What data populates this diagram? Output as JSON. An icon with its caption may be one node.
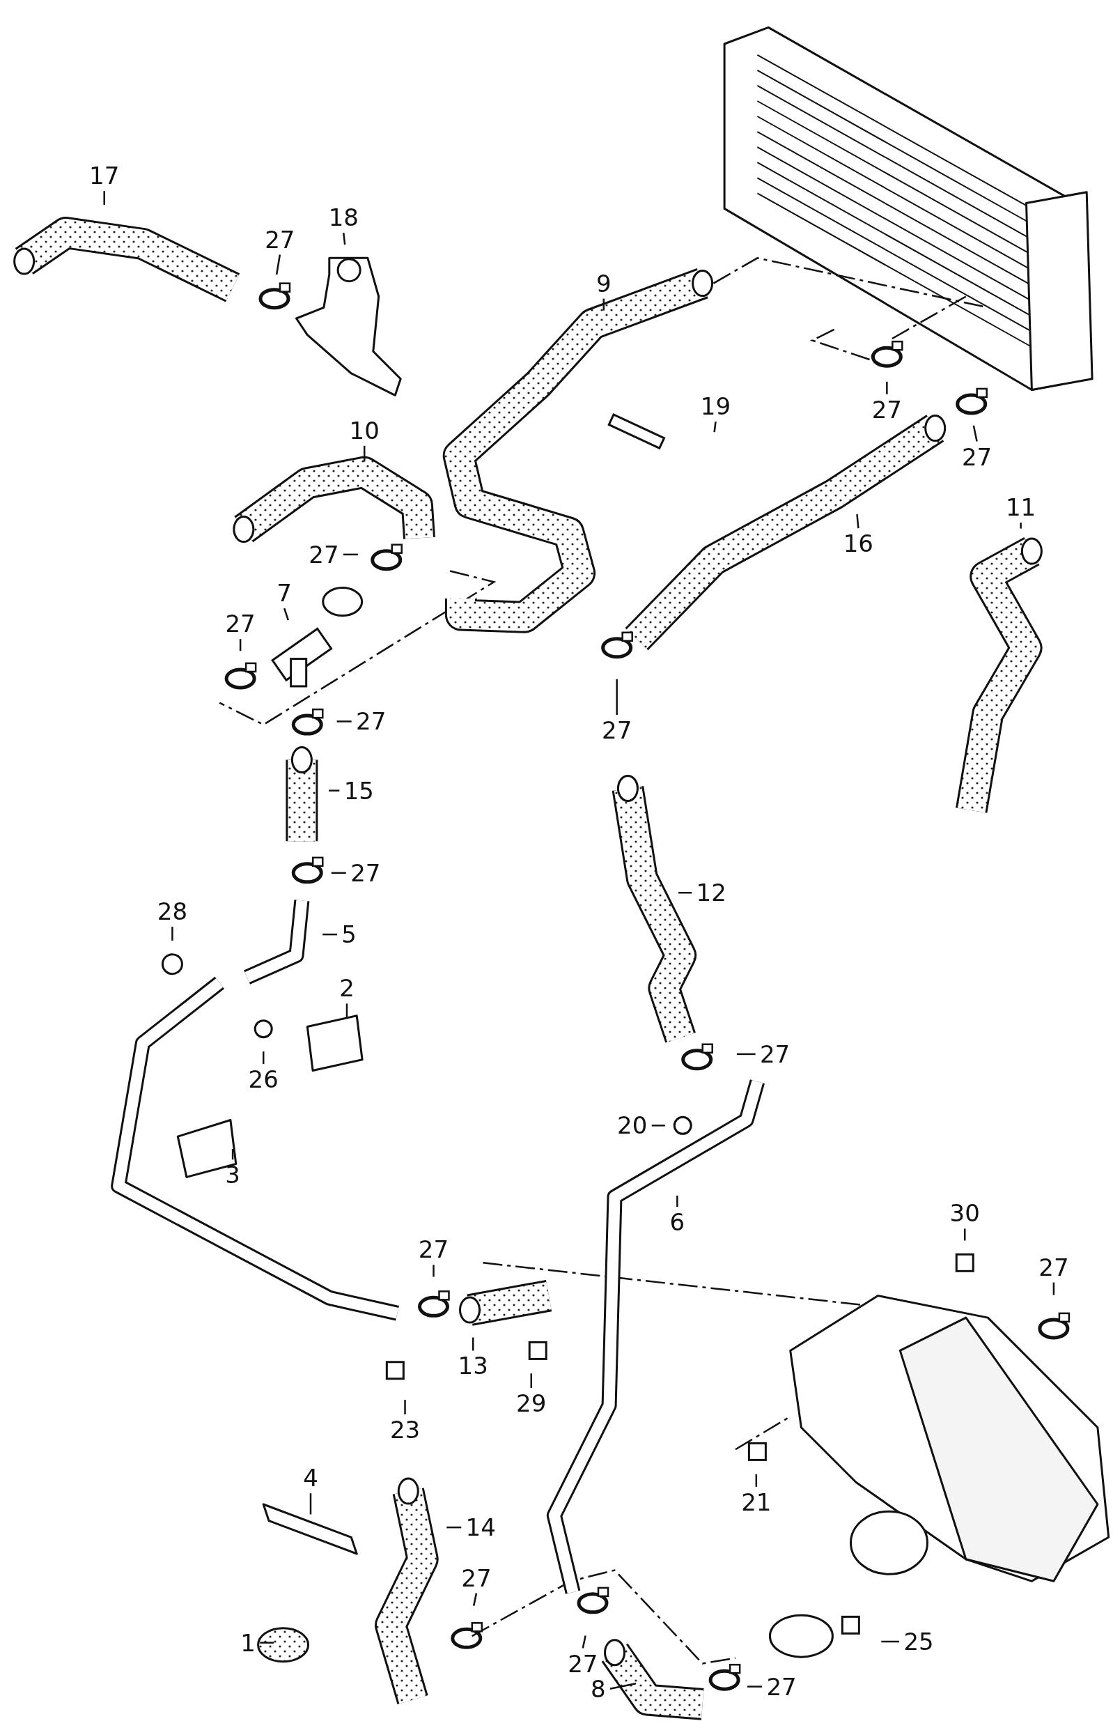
{
  "diagram": {
    "nodes": [
      {
        "text": [
          "17"
        ]
      },
      {
        "text": [
          "27"
        ]
      },
      {
        "text": [
          "18"
        ]
      },
      {
        "text": [
          "9"
        ]
      },
      {
        "text": [
          "27"
        ]
      },
      {
        "text": [
          "27"
        ]
      },
      {
        "text": [
          "19"
        ]
      },
      {
        "text": [
          "10"
        ]
      },
      {
        "text": [
          "16"
        ]
      },
      {
        "text": [
          "11"
        ]
      },
      {
        "text": [
          "27"
        ]
      },
      {
        "text": [
          "7"
        ]
      },
      {
        "text": [
          "27"
        ]
      },
      {
        "text": [
          "27"
        ]
      },
      {
        "text": [
          "27"
        ]
      },
      {
        "text": [
          "15"
        ]
      },
      {
        "text": [
          "27"
        ]
      },
      {
        "text": [
          "12"
        ]
      },
      {
        "text": [
          "28"
        ]
      },
      {
        "text": [
          "5"
        ]
      },
      {
        "text": [
          "2"
        ]
      },
      {
        "text": [
          "26"
        ]
      },
      {
        "text": [
          "27"
        ]
      },
      {
        "text": [
          "20"
        ]
      },
      {
        "text": [
          "3"
        ]
      },
      {
        "text": [
          "6"
        ]
      },
      {
        "text": [
          "30"
        ]
      },
      {
        "text": [
          "27"
        ]
      },
      {
        "text": [
          "27"
        ]
      },
      {
        "text": [
          "13"
        ]
      },
      {
        "text": [
          "29"
        ]
      },
      {
        "text": [
          "23"
        ]
      },
      {
        "text": [
          "21"
        ]
      },
      {
        "text": [
          "4"
        ]
      },
      {
        "text": [
          "14"
        ]
      },
      {
        "text": [
          "27"
        ]
      },
      {
        "text": [
          "25"
        ]
      },
      {
        "text": [
          "1"
        ]
      },
      {
        "text": [
          "27"
        ]
      },
      {
        "text": [
          "8"
        ]
      },
      {
        "text": [
          "27"
        ]
      }
    ],
    "edges": [
      {
        "from": 0,
        "to": null,
        "arrow": "none"
      },
      {
        "from": 1,
        "to": null,
        "arrow": "none"
      },
      {
        "from": 2,
        "to": null,
        "arrow": "none"
      },
      {
        "from": 3,
        "to": null,
        "arrow": "none"
      },
      {
        "from": 4,
        "to": null,
        "arrow": "none"
      },
      {
        "from": 5,
        "to": null,
        "arrow": "none"
      },
      {
        "from": 6,
        "to": null,
        "arrow": "none"
      },
      {
        "from": 7,
        "to": null,
        "arrow": "none"
      },
      {
        "from": 8,
        "to": null,
        "arrow": "none"
      },
      {
        "from": 9,
        "to": null,
        "arrow": "none"
      },
      {
        "from": 10,
        "to": null,
        "arrow": "none"
      },
      {
        "from": 11,
        "to": null,
        "arrow": "none"
      },
      {
        "from": 12,
        "to": null,
        "arrow": "none"
      },
      {
        "from": 13,
        "to": null,
        "arrow": "none"
      },
      {
        "from": 14,
        "to": null,
        "arrow": "none"
      },
      {
        "from": 15,
        "to": null,
        "arrow": "none"
      },
      {
        "from": 16,
        "to": null,
        "arrow": "none"
      },
      {
        "from": 17,
        "to": null,
        "arrow": "none"
      },
      {
        "from": 18,
        "to": null,
        "arrow": "none"
      },
      {
        "from": 19,
        "to": null,
        "arrow": "none"
      },
      {
        "from": 20,
        "to": null,
        "arrow": "none"
      },
      {
        "from": 21,
        "to": null,
        "arrow": "none"
      },
      {
        "from": 22,
        "to": null,
        "arrow": "none"
      },
      {
        "from": 23,
        "to": null,
        "arrow": "none"
      },
      {
        "from": 24,
        "to": null,
        "arrow": "none"
      },
      {
        "from": 25,
        "to": null,
        "arrow": "none"
      },
      {
        "from": 26,
        "to": null,
        "arrow": "none"
      },
      {
        "from": 27,
        "to": null,
        "arrow": "none"
      },
      {
        "from": 28,
        "to": null,
        "arrow": "none"
      },
      {
        "from": 29,
        "to": null,
        "arrow": "none"
      },
      {
        "from": 30,
        "to": null,
        "arrow": "none"
      },
      {
        "from": 31,
        "to": null,
        "arrow": "none"
      },
      {
        "from": 32,
        "to": null,
        "arrow": "none"
      },
      {
        "from": 33,
        "to": null,
        "arrow": "none"
      },
      {
        "from": 34,
        "to": null,
        "arrow": "none"
      },
      {
        "from": 35,
        "to": null,
        "arrow": "none"
      },
      {
        "from": 36,
        "to": null,
        "arrow": "none"
      },
      {
        "from": 37,
        "to": null,
        "arrow": "none"
      },
      {
        "from": 38,
        "to": null,
        "arrow": "none"
      },
      {
        "from": 39,
        "to": null,
        "arrow": "none"
      },
      {
        "from": 40,
        "to": null,
        "arrow": "none"
      }
    ]
  }
}
